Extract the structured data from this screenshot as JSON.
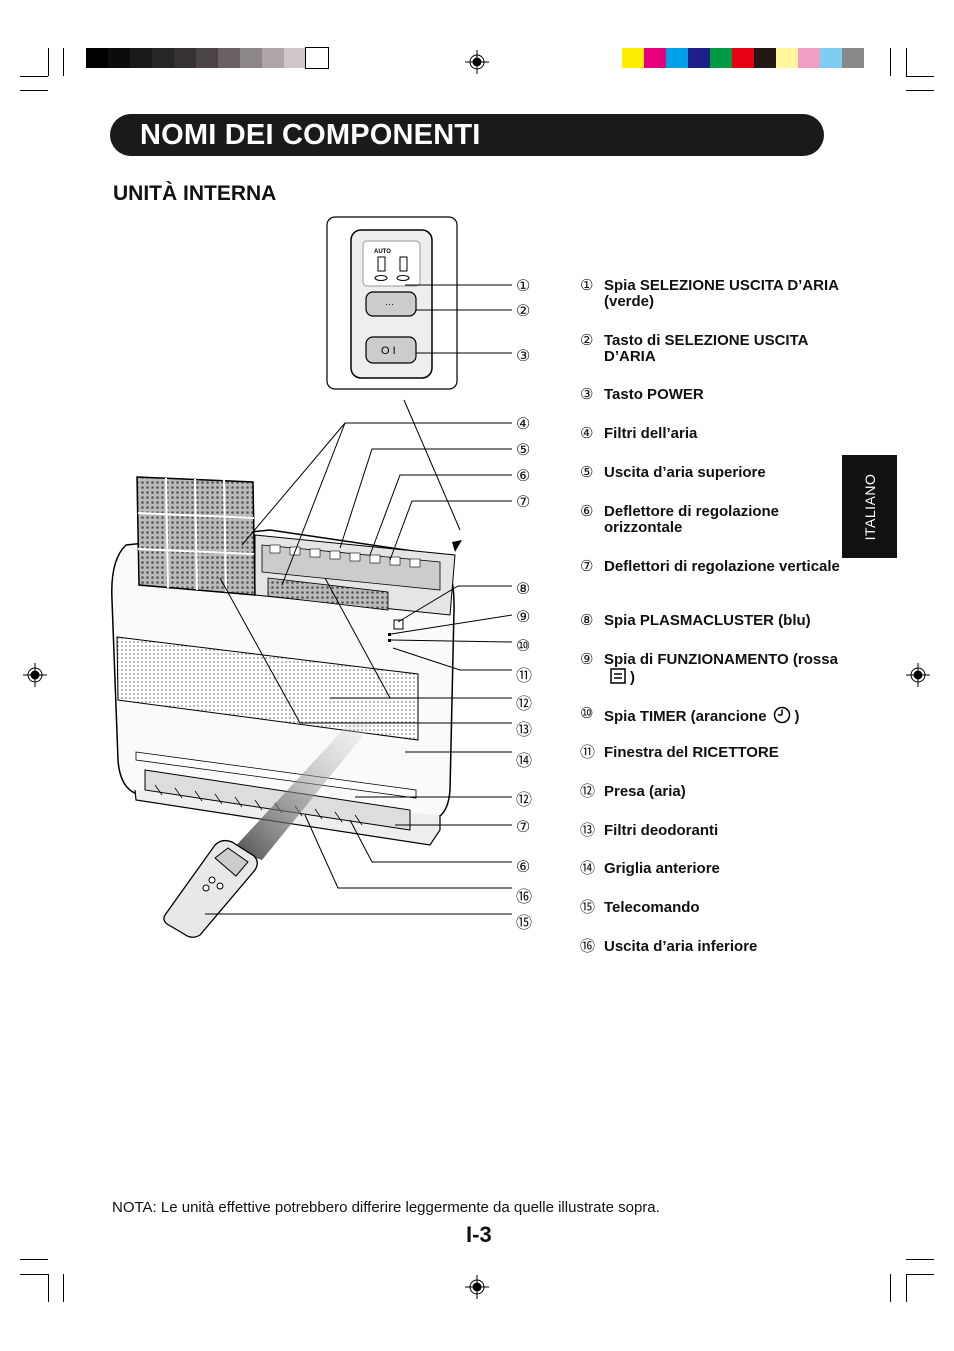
{
  "header": {
    "title": "NOMI DEI COMPONENTI",
    "subtitle": "UNITÀ INTERNA"
  },
  "side_tab": {
    "label": "ITALIANO"
  },
  "colors": {
    "grayscale_bar": [
      "#000000",
      "#0c0c0c",
      "#1a1a1a",
      "#262626",
      "#363232",
      "#4a4444",
      "#6a6262",
      "#8c8686",
      "#aea6a6",
      "#d0c8c8",
      "#ffffff"
    ],
    "color_bar": [
      "#ffee00",
      "#e6007e",
      "#00a0e9",
      "#1d2088",
      "#009944",
      "#e60012",
      "#231815",
      "#fff799",
      "#f19ec2",
      "#7ecef4",
      "#898989"
    ]
  },
  "diagram": {
    "panel_labels": {
      "auto": "AUTO",
      "dots": "···",
      "power": "O I"
    },
    "callouts": [
      "①",
      "②",
      "③",
      "④",
      "⑤",
      "⑥",
      "⑦",
      "⑧",
      "⑨",
      "⑩",
      "⑪",
      "⑫",
      "⑬",
      "⑭",
      "⑫",
      "⑦",
      "⑥",
      "⑯",
      "⑮"
    ]
  },
  "parts": [
    {
      "num": "①",
      "label": "Spia SELEZIONE USCITA D’ARIA (verde)"
    },
    {
      "num": "②",
      "label": "Tasto di SELEZIONE USCITA D’ARIA"
    },
    {
      "num": "③",
      "label": "Tasto POWER"
    },
    {
      "num": "④",
      "label": "Filtri dell’aria"
    },
    {
      "num": "⑤",
      "label": "Uscita d’aria superiore"
    },
    {
      "num": "⑥",
      "label": "Deflettore di regolazione orizzontale"
    },
    {
      "num": "⑦",
      "label": "Deflettori di regolazione verticale"
    },
    {
      "num": "⑧",
      "label": "Spia PLASMACLUSTER (blu)"
    },
    {
      "num": "⑨",
      "label": "Spia di FUNZIONAMENTO (rossa",
      "suffix": ")",
      "icon": "bars-icon"
    },
    {
      "num": "⑩",
      "label": "Spia TIMER (arancione",
      "suffix": ")",
      "icon": "clock-icon"
    },
    {
      "num": "⑪",
      "label": "Finestra del RICETTORE"
    },
    {
      "num": "⑫",
      "label": "Presa (aria)"
    },
    {
      "num": "⑬",
      "label": "Filtri deodoranti"
    },
    {
      "num": "⑭",
      "label": "Griglia anteriore"
    },
    {
      "num": "⑮",
      "label": "Telecomando"
    },
    {
      "num": "⑯",
      "label": "Uscita d’aria inferiore"
    }
  ],
  "note": "NOTA: Le unità effettive potrebbero differire leggermente da quelle illustrate sopra.",
  "page_number": "I-3"
}
